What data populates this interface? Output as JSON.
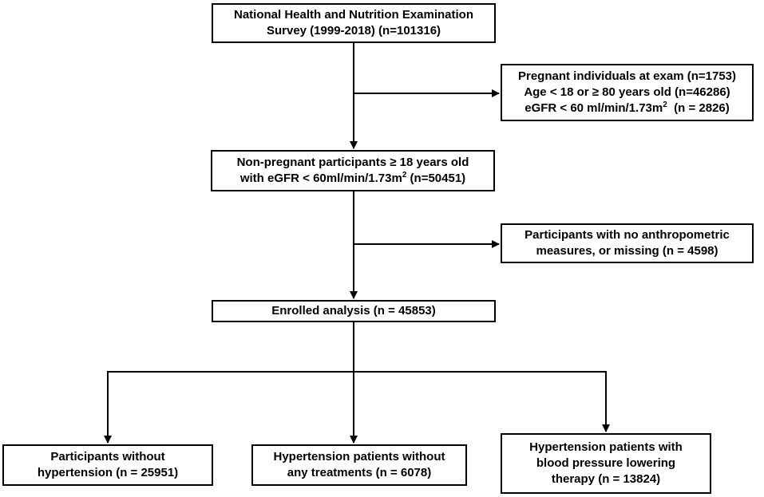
{
  "boxes": {
    "nhanes": {
      "line1": "National Health and Nutrition Examination",
      "line2": "Survey (1999-2018) (n=101316)"
    },
    "excluded1": {
      "line1": "Pregnant individuals at exam (n=1753)",
      "line2": "Age < 18 or ≥ 80 years old (n=46286)",
      "line3_pre": "eGFR < 60 ml/min/1.73m",
      "line3_sup": "2",
      "line3_post": "  (n = 2826)"
    },
    "nonpregnant": {
      "line1": "Non-pregnant participants ≥ 18 years old",
      "line2_pre": "with eGFR < 60ml/min/1.73m",
      "line2_sup": "2",
      "line2_post": " (n=50451)"
    },
    "excluded2": {
      "line1": "Participants with no anthropometric",
      "line2": "measures, or missing (n = 4598)"
    },
    "enrolled": {
      "line1": "Enrolled analysis (n = 45853)"
    },
    "group1": {
      "line1": "Participants without",
      "line2": "hypertension (n = 25951)"
    },
    "group2": {
      "line1": "Hypertension patients without",
      "line2": "any treatments (n = 6078)"
    },
    "group3": {
      "line1": "Hypertension patients with",
      "line2": "blood pressure lowering",
      "line3": "therapy (n = 13824)"
    }
  }
}
